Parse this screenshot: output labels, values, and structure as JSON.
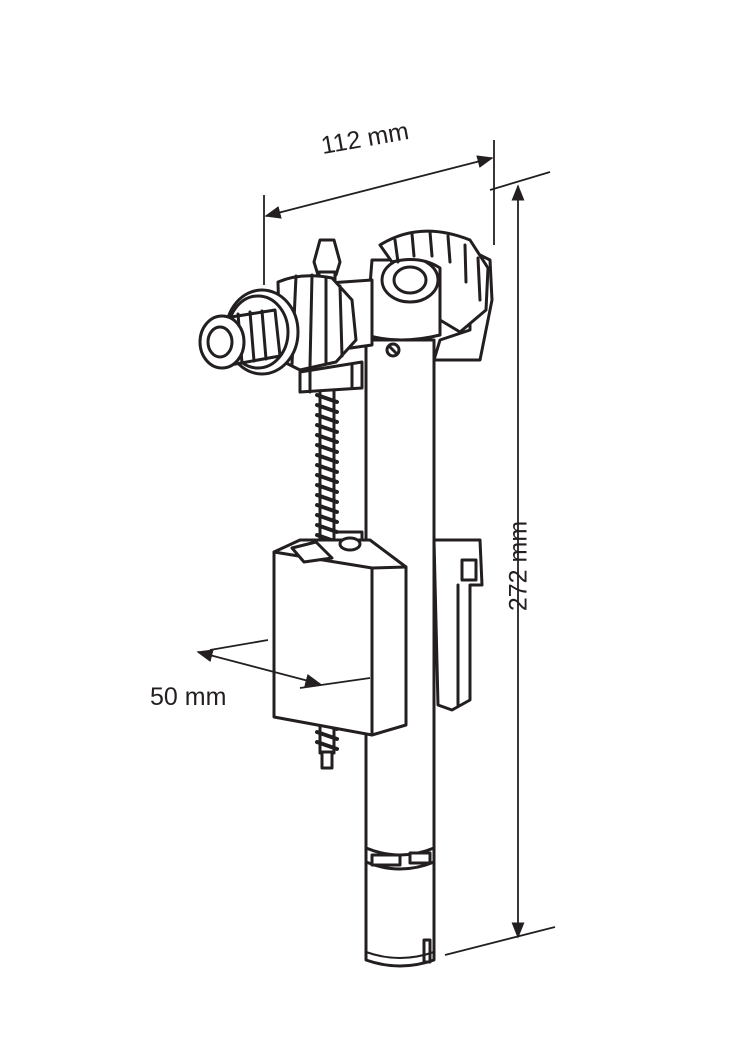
{
  "dimensions": {
    "width": {
      "label": "112 mm",
      "value": 112,
      "unit": "mm"
    },
    "height": {
      "label": "272 mm",
      "value": 272,
      "unit": "mm"
    },
    "depth": {
      "label": "50 mm",
      "value": 50,
      "unit": "mm"
    }
  },
  "colors": {
    "line": "#231f20",
    "fill": "#ffffff"
  }
}
